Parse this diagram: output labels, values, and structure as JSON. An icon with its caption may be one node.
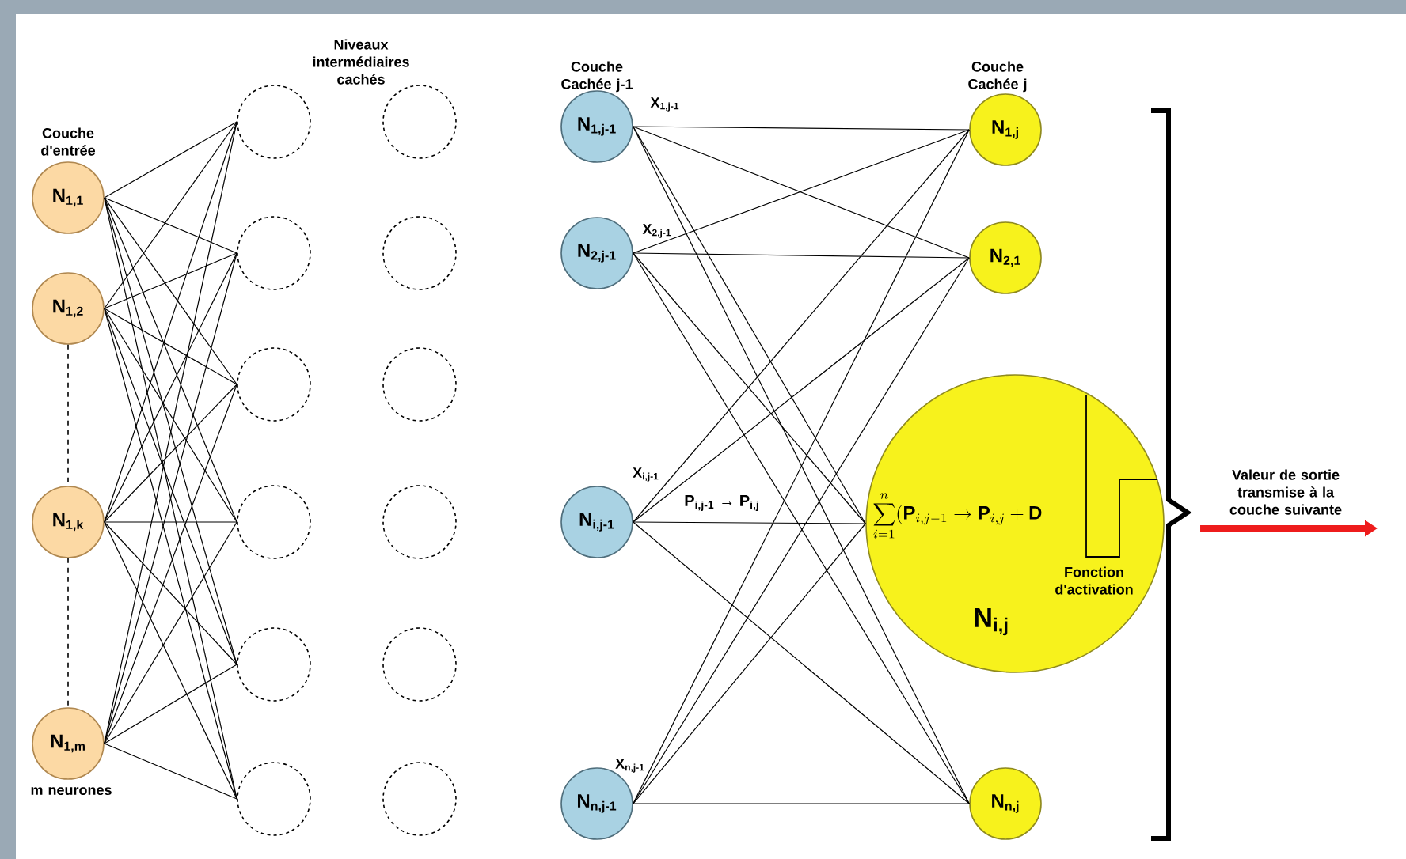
{
  "diagram": {
    "nodes": [
      {
        "text": [
          "N$_{1,1}$"
        ]
      },
      {
        "text": [
          "N$_{1,2}$"
        ]
      },
      {
        "text": [
          "N$_{1,k}$"
        ]
      },
      {
        "text": [
          "N$_{1,m}$"
        ]
      },
      {
        "text": [],
        "shape": "circle"
      },
      {
        "text": [],
        "shape": "circle"
      },
      {
        "text": [],
        "shape": "circle"
      },
      {
        "text": [],
        "shape": "circle"
      },
      {
        "text": [],
        "shape": "circle"
      },
      {
        "text": [],
        "shape": "circle"
      },
      {
        "text": [],
        "shape": "circle"
      },
      {
        "text": [],
        "shape": "circle"
      },
      {
        "text": [],
        "shape": "circle"
      },
      {
        "text": [],
        "shape": "circle"
      },
      {
        "text": [],
        "shape": "circle"
      },
      {
        "text": [],
        "shape": "circle"
      },
      {
        "text": [
          "N$_{1,j-1}$"
        ],
        "beside": [
          "X$_{1,j-1}$"
        ]
      },
      {
        "text": [
          "N$_{2,j-1}$"
        ],
        "beside": [
          "X$_{2,j-1}$"
        ]
      },
      {
        "text": [
          "N$_{i,j-1}$"
        ],
        "beside": [
          "X$_{i,j-1}$"
        ]
      },
      {
        "text": [
          "N$_{n,j-1}$"
        ],
        "beside": [
          "X$_{n,j-1}$"
        ]
      },
      {
        "text": [
          "N$_{1,j}$"
        ]
      },
      {
        "text": [
          "N$_{2,1}$"
        ]
      },
      {
        "text": [
          "\\sum_{i=1}^{n} (\\mathbf{P}_{i,j-1} \\rightarrow \\mathbf{P}_{i,j} + \\mathbf{D}",
          "Fonction d'activation",
          "N$_{i,j}$"
        ]
      },
      {
        "text": [
          "N$_{n,j}$"
        ]
      }
    ],
    "edges": [
      {
        "from": 0,
        "to": 4,
        "arrow": "none"
      },
      {
        "from": 0,
        "to": 5,
        "arrow": "none"
      },
      {
        "from": 0,
        "to": 6,
        "arrow": "none"
      },
      {
        "from": 0,
        "to": 7,
        "arrow": "none"
      },
      {
        "from": 0,
        "to": 8,
        "arrow": "none"
      },
      {
        "from": 0,
        "to": 9,
        "arrow": "none"
      },
      {
        "from": 1,
        "to": 4,
        "arrow": "none"
      },
      {
        "from": 1,
        "to": 5,
        "arrow": "none"
      },
      {
        "from": 1,
        "to": 6,
        "arrow": "none"
      },
      {
        "from": 1,
        "to": 7,
        "arrow": "none"
      },
      {
        "from": 1,
        "to": 8,
        "arrow": "none"
      },
      {
        "from": 1,
        "to": 9,
        "arrow": "none"
      },
      {
        "from": 2,
        "to": 4,
        "arrow": "none"
      },
      {
        "from": 2,
        "to": 5,
        "arrow": "none"
      },
      {
        "from": 2,
        "to": 6,
        "arrow": "none"
      },
      {
        "from": 2,
        "to": 7,
        "arrow": "none"
      },
      {
        "from": 2,
        "to": 8,
        "arrow": "none"
      },
      {
        "from": 2,
        "to": 9,
        "arrow": "none"
      },
      {
        "from": 3,
        "to": 4,
        "arrow": "none"
      },
      {
        "from": 3,
        "to": 5,
        "arrow": "none"
      },
      {
        "from": 3,
        "to": 6,
        "arrow": "none"
      },
      {
        "from": 3,
        "to": 7,
        "arrow": "none"
      },
      {
        "from": 3,
        "to": 8,
        "arrow": "none"
      },
      {
        "from": 3,
        "to": 9,
        "arrow": "none"
      },
      {
        "from": 1,
        "to": 2,
        "arrow": "none",
        "style": "dashed"
      },
      {
        "from": 2,
        "to": 3,
        "arrow": "none",
        "style": "dashed"
      },
      {
        "from": 16,
        "to": 20,
        "arrow": "none"
      },
      {
        "from": 16,
        "to": 21,
        "arrow": "none"
      },
      {
        "from": 16,
        "to": 22,
        "arrow": "none"
      },
      {
        "from": 16,
        "to": 23,
        "arrow": "none"
      },
      {
        "from": 17,
        "to": 20,
        "arrow": "none"
      },
      {
        "from": 17,
        "to": 21,
        "arrow": "none"
      },
      {
        "from": 17,
        "to": 22,
        "arrow": "none"
      },
      {
        "from": 17,
        "to": 23,
        "arrow": "none"
      },
      {
        "from": 18,
        "to": 20,
        "arrow": "none"
      },
      {
        "from": 18,
        "to": 21,
        "arrow": "none"
      },
      {
        "from": 18,
        "to": 22,
        "arrow": "none",
        "label": "P$_{i,j-1}$ → P$_{i,j}$"
      },
      {
        "from": 18,
        "to": 23,
        "arrow": "none"
      },
      {
        "from": 19,
        "to": 20,
        "arrow": "none"
      },
      {
        "from": 19,
        "to": 21,
        "arrow": "none"
      },
      {
        "from": 19,
        "to": 22,
        "arrow": "none"
      },
      {
        "from": 19,
        "to": 23,
        "arrow": "none"
      }
    ],
    "labels": [
      "Niveaux intermédiaires cachés",
      "Couche Cachée j-1",
      "Couche Cachée j",
      "Couche d'entrée",
      "Valeur de sortie transmise à la couche suivante",
      "m neurones"
    ]
  }
}
